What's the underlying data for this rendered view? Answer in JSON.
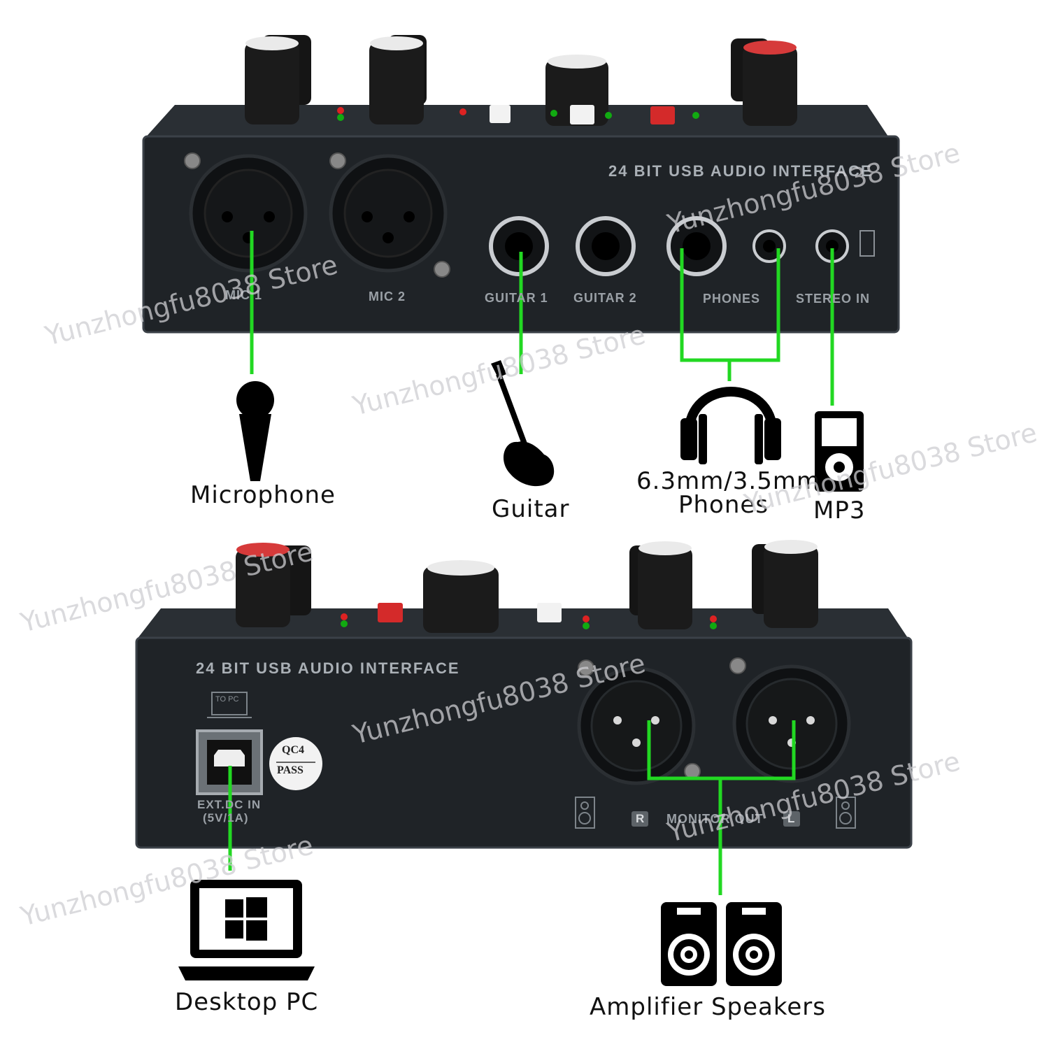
{
  "colors": {
    "accent": "#22d822",
    "panel": "#1e2226",
    "panel_edge": "#3a4046",
    "knob": "#1a1a1a"
  },
  "top_device": {
    "header": "24 BIT USB AUDIO INTERFACE",
    "ports": [
      "MIC 1",
      "MIC 2",
      "GUITAR 1",
      "GUITAR 2",
      "PHONES",
      "STEREO IN"
    ]
  },
  "bottom_device": {
    "header": "24 BIT USB AUDIO INTERFACE",
    "to_pc": "TO PC",
    "qc_top": "QC4",
    "qc_bottom": "PASS",
    "dc_line1": "EXT.DC IN",
    "dc_line2": "(5V/1A)",
    "monitor_r": "R",
    "monitor_out": "MONITOR OUT",
    "monitor_l": "L"
  },
  "devices": {
    "microphone": "Microphone",
    "guitar": "Guitar",
    "phones_line1": "6.3mm/3.5mm",
    "phones_line2": "Phones",
    "mp3": "MP3",
    "desktop_pc": "Desktop PC",
    "speakers": "Amplifier Speakers"
  },
  "watermark": "Yunzhongfu8038 Store",
  "icons": [
    "microphone-icon",
    "guitar-icon",
    "headphones-icon",
    "mp3-player-icon",
    "laptop-windows-icon",
    "speaker-icon"
  ]
}
